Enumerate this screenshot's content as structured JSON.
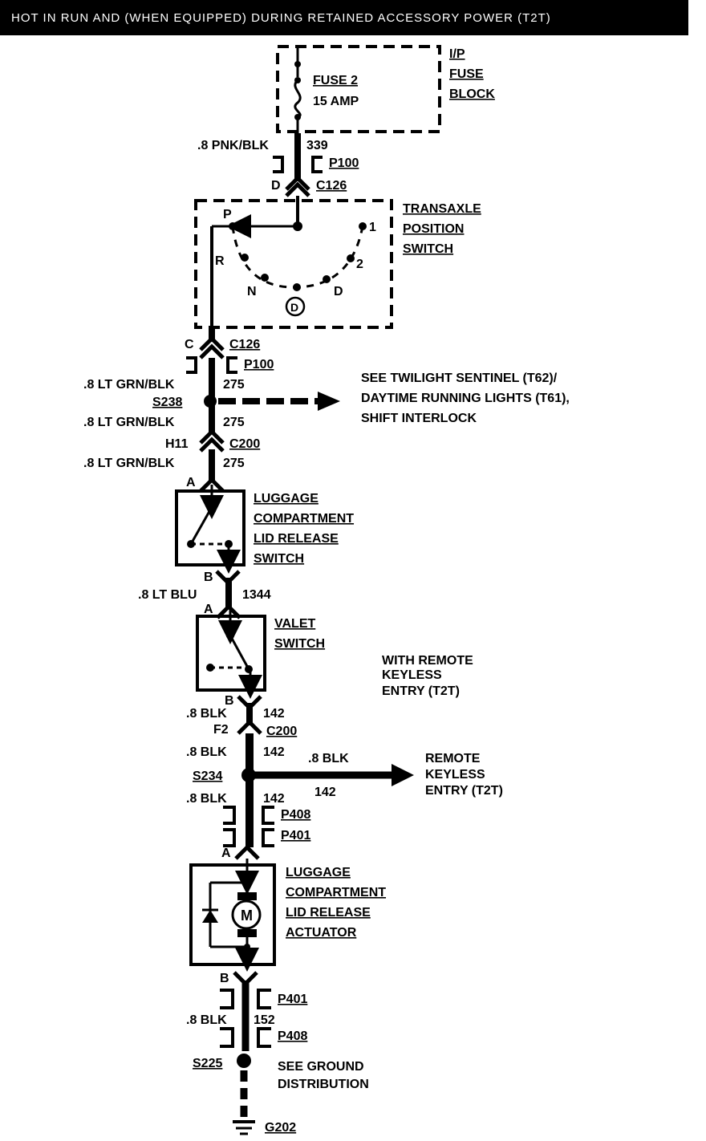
{
  "header": {
    "title": "HOT IN RUN AND (WHEN EQUIPPED) DURING RETAINED ACCESSORY POWER (T2T)"
  },
  "fuse_block": {
    "name_lines": [
      "I/P",
      "FUSE",
      "BLOCK"
    ],
    "fuse_name": "FUSE 2",
    "fuse_rating": "15 AMP"
  },
  "wire_339": {
    "size_color": ".8 PNK/BLK",
    "circuit": "339"
  },
  "connectors": {
    "p100": "P100",
    "c126": "C126",
    "c200": "C200",
    "p408": "P408",
    "p401": "P401",
    "pin_d": "D",
    "pin_c": "C",
    "pin_h11": "H11",
    "pin_f2": "F2",
    "pin_a1": "A",
    "pin_b1": "B",
    "pin_a2": "A",
    "pin_b2": "B",
    "pin_a3": "A",
    "pin_b3": "B"
  },
  "transaxle": {
    "name_lines": [
      "TRANSAXLE",
      "POSITION",
      "SWITCH"
    ],
    "positions": {
      "p": "P",
      "r": "R",
      "n": "N",
      "d_circle": "D",
      "d": "D",
      "two": "2",
      "one": "1"
    }
  },
  "wire_275": {
    "size_color": ".8 LT GRN/BLK",
    "circuit": "275"
  },
  "splice_s238": {
    "name": "S238",
    "see_lines": [
      "SEE TWILIGHT SENTINEL (T62)/",
      "DAYTIME RUNNING LIGHTS (T61),",
      "SHIFT INTERLOCK"
    ]
  },
  "luggage_switch": {
    "name_lines": [
      "LUGGAGE",
      "COMPARTMENT",
      "LID RELEASE",
      "SWITCH"
    ]
  },
  "wire_1344": {
    "size_color": ".8 LT BLU",
    "circuit": "1344"
  },
  "valet_switch": {
    "name_lines": [
      "VALET",
      "SWITCH"
    ]
  },
  "remote_note": {
    "lines": [
      "WITH REMOTE",
      "KEYLESS",
      "ENTRY (T2T)"
    ]
  },
  "wire_142": {
    "size_color": ".8 BLK",
    "circuit": "142"
  },
  "splice_s234": {
    "name": "S234",
    "branch_lines": [
      "REMOTE",
      "KEYLESS",
      "ENTRY (T2T)"
    ]
  },
  "actuator": {
    "name_lines": [
      "LUGGAGE",
      "COMPARTMENT",
      "LID RELEASE",
      "ACTUATOR"
    ],
    "motor_symbol": "M"
  },
  "wire_152": {
    "size_color": ".8 BLK",
    "circuit": "152"
  },
  "splice_s225": {
    "name": "S225",
    "see_lines": [
      "SEE GROUND",
      "DISTRIBUTION"
    ]
  },
  "ground": {
    "name": "G202"
  }
}
